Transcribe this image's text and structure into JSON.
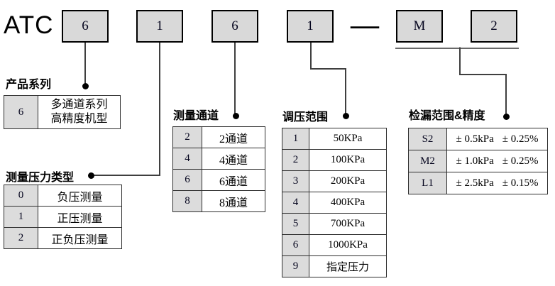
{
  "colors": {
    "box_fill": "#d9d9d9",
    "table_code_fill": "#dcdcdc",
    "line": "#3f3f3f",
    "border": "#000000"
  },
  "model_code": {
    "brand": "ATC",
    "segments": [
      "6",
      "1",
      "6",
      "1",
      "M",
      "2"
    ],
    "separator": "—"
  },
  "sections": {
    "product_series": {
      "title": "产品系列",
      "rows": [
        {
          "code": "6",
          "desc": "多通道系列\n高精度机型"
        }
      ]
    },
    "pressure_type": {
      "title": "测量压力类型",
      "rows": [
        {
          "code": "0",
          "desc": "负压测量"
        },
        {
          "code": "1",
          "desc": "正压测量"
        },
        {
          "code": "2",
          "desc": "正负压测量"
        }
      ]
    },
    "channels": {
      "title": "测量通道",
      "rows": [
        {
          "code": "2",
          "desc": "2通道"
        },
        {
          "code": "4",
          "desc": "4通道"
        },
        {
          "code": "6",
          "desc": "6通道"
        },
        {
          "code": "8",
          "desc": "8通道"
        }
      ]
    },
    "pressure_range": {
      "title": "调压范围",
      "rows": [
        {
          "code": "1",
          "desc": "50KPa"
        },
        {
          "code": "2",
          "desc": "100KPa"
        },
        {
          "code": "3",
          "desc": "200KPa"
        },
        {
          "code": "4",
          "desc": "400KPa"
        },
        {
          "code": "5",
          "desc": "700KPa"
        },
        {
          "code": "6",
          "desc": "1000KPa"
        },
        {
          "code": "9",
          "desc": "指定压力"
        }
      ]
    },
    "leak_range": {
      "title": "检漏范围&精度",
      "rows": [
        {
          "code": "S2",
          "range": "± 0.5kPa",
          "accuracy": "± 0.25%"
        },
        {
          "code": "M2",
          "range": "± 1.0kPa",
          "accuracy": "± 0.25%"
        },
        {
          "code": "L1",
          "range": "± 2.5kPa",
          "accuracy": "± 0.15%"
        }
      ]
    }
  }
}
